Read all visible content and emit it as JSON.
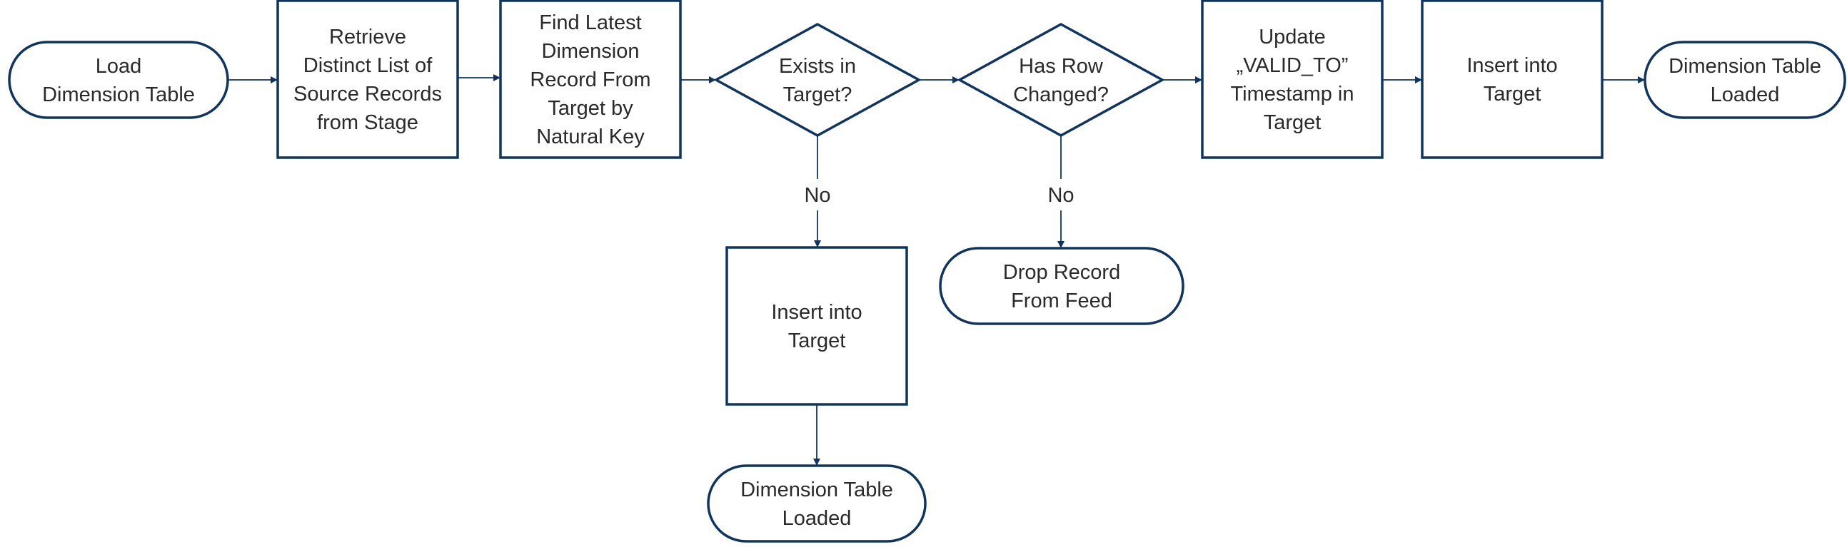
{
  "colors": {
    "stroke": "#0f3460",
    "text": "#2a2a2a",
    "background": "#ffffff"
  },
  "nodes": [
    {
      "id": "n1",
      "type": "terminator",
      "lines": [
        "Load",
        "Dimension Table"
      ]
    },
    {
      "id": "n2",
      "type": "process",
      "lines": [
        "Retrieve",
        "Distinct List of",
        "Source Records",
        "from Stage"
      ]
    },
    {
      "id": "n3",
      "type": "process",
      "lines": [
        "Find Latest",
        "Dimension",
        "Record From",
        "Target by",
        "Natural Key"
      ]
    },
    {
      "id": "n4",
      "type": "decision",
      "lines": [
        "Exists in",
        "Target?"
      ]
    },
    {
      "id": "n5",
      "type": "decision",
      "lines": [
        "Has Row",
        "Changed?"
      ]
    },
    {
      "id": "n6",
      "type": "process",
      "lines": [
        "Update",
        "„VALID_TO”",
        "Timestamp in",
        "Target"
      ]
    },
    {
      "id": "n7",
      "type": "process",
      "lines": [
        "Insert into",
        "Target"
      ]
    },
    {
      "id": "n8",
      "type": "terminator",
      "lines": [
        "Dimension Table",
        "Loaded"
      ]
    },
    {
      "id": "n9",
      "type": "process",
      "lines": [
        "Insert into",
        "Target"
      ]
    },
    {
      "id": "n10",
      "type": "terminator",
      "lines": [
        "Drop Record",
        "From Feed"
      ]
    },
    {
      "id": "n11",
      "type": "terminator",
      "lines": [
        "Dimension Table",
        "Loaded"
      ]
    }
  ],
  "edges": [
    {
      "from": "n1",
      "to": "n2",
      "label": ""
    },
    {
      "from": "n2",
      "to": "n3",
      "label": ""
    },
    {
      "from": "n3",
      "to": "n4",
      "label": ""
    },
    {
      "from": "n4",
      "to": "n5",
      "label": ""
    },
    {
      "from": "n5",
      "to": "n6",
      "label": ""
    },
    {
      "from": "n6",
      "to": "n7",
      "label": ""
    },
    {
      "from": "n7",
      "to": "n8",
      "label": ""
    },
    {
      "from": "n4",
      "to": "n9",
      "label": "No"
    },
    {
      "from": "n5",
      "to": "n10",
      "label": "No"
    },
    {
      "from": "n9",
      "to": "n11",
      "label": ""
    }
  ]
}
